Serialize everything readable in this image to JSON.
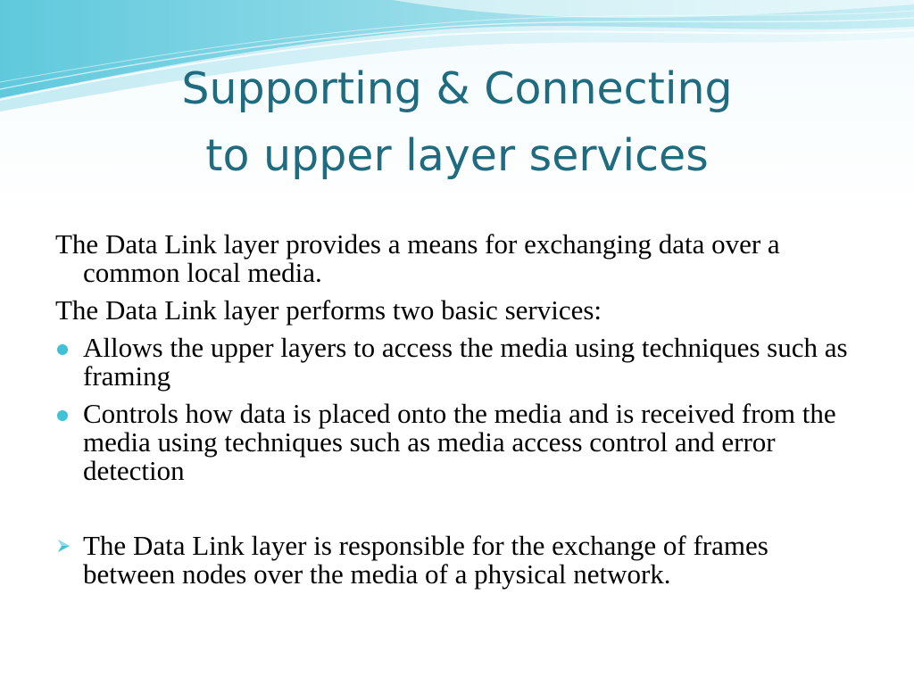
{
  "slide": {
    "title_line1": "Supporting & Connecting",
    "title_line2": "to upper layer services",
    "paragraphs": [
      "The Data Link layer provides a means for exchanging data over a common local media.",
      "The Data Link layer performs two basic services:"
    ],
    "bullets": [
      "Allows the upper layers to access the media using techniques such as framing",
      "Controls how data is placed onto the media and is received from the media using techniques such as media access control and error detection"
    ],
    "arrow_bullet": "The Data Link layer is responsible for the exchange of frames between nodes over the media of a physical network.",
    "icons": {
      "bullet": "round-dot-bullet-icon",
      "arrow": "arrow-bullet-icon"
    },
    "colors": {
      "title": "#1f6b80",
      "accent": "#3fc1d6",
      "text": "#000000"
    }
  }
}
